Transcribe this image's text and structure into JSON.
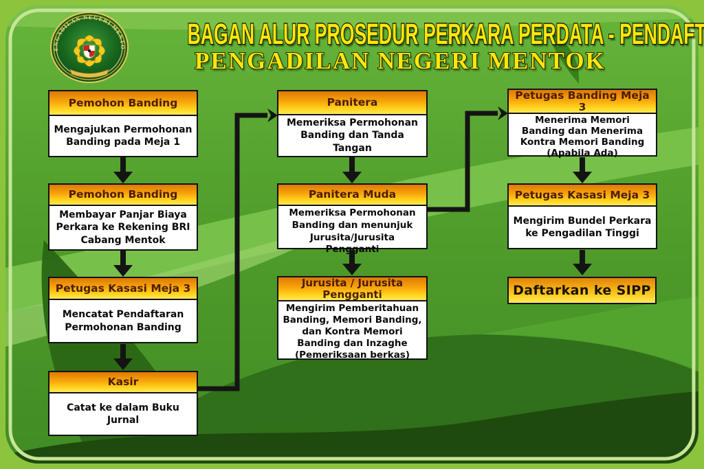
{
  "poster": {
    "title": "BAGAN ALUR PROSEDUR PERKARA PERDATA - PENDAFTARAN BANDING",
    "subtitle": "PENGADILAN NEGERI MENTOK"
  },
  "logo": {
    "icon": "court-seal",
    "ring_text": "PENGADILAN NEGERI MENTOK"
  },
  "flow": {
    "columns": [
      {
        "boxes": [
          {
            "header": "Pemohon Banding",
            "body": "Mengajukan Permohonan Banding pada Meja 1"
          },
          {
            "header": "Pemohon Banding",
            "body": "Membayar Panjar Biaya Perkara ke Rekening BRI Cabang Mentok"
          },
          {
            "header": "Petugas Kasasi Meja 3",
            "body": "Mencatat Pendaftaran Permohonan Banding"
          },
          {
            "header": "Kasir",
            "body": "Catat ke dalam Buku Jurnal"
          }
        ]
      },
      {
        "boxes": [
          {
            "header": "Panitera",
            "body": "Memeriksa Permohonan Banding dan Tanda Tangan"
          },
          {
            "header": "Panitera Muda",
            "body": "Memeriksa Permohonan Banding dan menunjuk Jurusita/Jurusita Pengganti"
          },
          {
            "header": "Jurusita / Jurusita Pengganti",
            "body": "Mengirim Pemberitahuan Banding, Memori Banding, dan Kontra Memori Banding dan Inzaghe (Pemeriksaan berkas)"
          }
        ]
      },
      {
        "boxes": [
          {
            "header": "Petugas Banding Meja 3",
            "body": "Menerima Memori Banding dan Menerima Kontra Memori Banding (Apabila Ada)"
          },
          {
            "header": "Petugas Kasasi Meja 3",
            "body": "Mengirim Bundel Perkara ke Pengadilan Tinggi"
          }
        ]
      }
    ],
    "final_label": "Daftarkan ke SIPP"
  },
  "colors": {
    "outer_band_green": "#8CC43E",
    "background_green": "#4F9C2B",
    "dark_swoosh_green": "#1E4A0E",
    "frame_line_green": "#C6E598",
    "header_gradient_top": "#DE7903",
    "header_gradient_bottom": "#FFE95A",
    "header_text_brown": "#4D1D00",
    "title_yellow": "#FFE60A",
    "box_border_black": "#121212",
    "arrow_black": "#141414"
  }
}
